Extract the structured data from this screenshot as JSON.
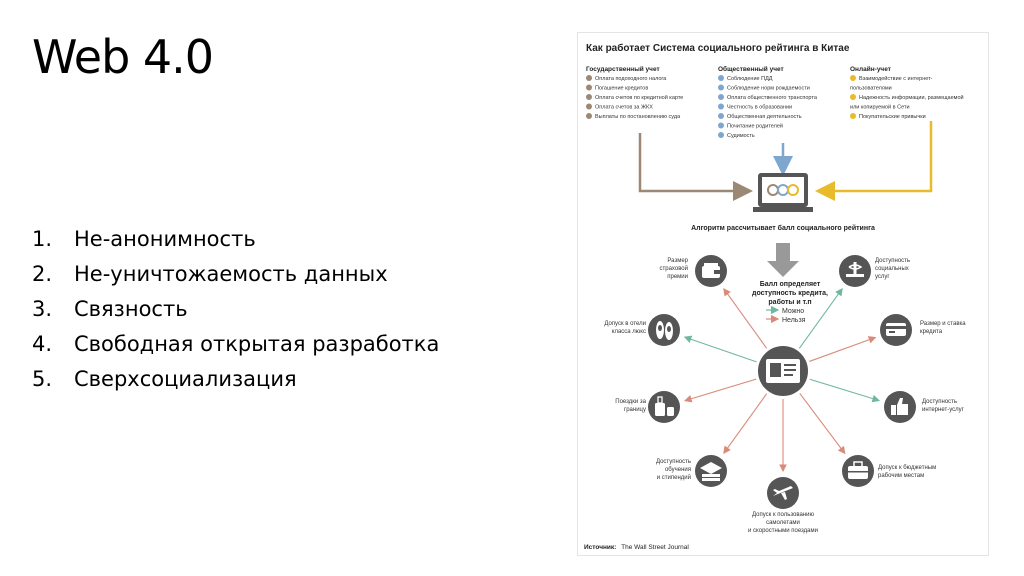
{
  "slide": {
    "title": "Web 4.0",
    "list": [
      {
        "num": "1.",
        "text": "Не-анонимность"
      },
      {
        "num": "2.",
        "text": "Не-уничтожаемость данных"
      },
      {
        "num": "3.",
        "text": "Связность"
      },
      {
        "num": "4.",
        "text": "Свободная открытая разработка"
      },
      {
        "num": "5.",
        "text": "Сверхсоциализация"
      }
    ]
  },
  "infographic": {
    "title": "Как работает Система социального рейтинга в Китае",
    "columns": [
      {
        "header": "Государственный учет",
        "color": "#9b8875",
        "items": [
          "Оплата подоходного налога",
          "Погашение кредитов",
          "Оплата счетов по кредитной карте",
          "Оплата счетов за ЖКХ",
          "Выплаты по постановлению суда"
        ]
      },
      {
        "header": "Общественный учет",
        "color": "#7ea6cf",
        "items": [
          "Соблюдение ПДД",
          "Соблюдение норм рождаемости",
          "Оплата общественного транспорта",
          "Честность в образовании",
          "Общественная деятельность",
          "Почитание родителей",
          "Судимость"
        ]
      },
      {
        "header": "Онлайн-учет",
        "color": "#e8bb2a",
        "items": [
          "Взаимодействие с интернет-",
          "пользователями",
          "Надежность информации, размещаемой",
          "или копируемой в Сети",
          "Покупательские привычки"
        ]
      }
    ],
    "algorithm_label": "Алгоритм рассчитывает балл социального рейтинга",
    "center_text": [
      "Балл определяет",
      "доступность кредита,",
      "работы и т.п"
    ],
    "legend": {
      "can": "Можно",
      "cannot": "Нельзя",
      "can_color": "#6fb8a0",
      "cannot_color": "#d98a78"
    },
    "outcomes": [
      {
        "id": "insurance",
        "lines": [
          "Размер",
          "страховой",
          "премии"
        ],
        "icon": "wallet-icon",
        "status": "cannot"
      },
      {
        "id": "social",
        "lines": [
          "Доступность",
          "социальных",
          "услуг"
        ],
        "icon": "medical-icon",
        "status": "can"
      },
      {
        "id": "credit",
        "lines": [
          "Размер и ставка",
          "кредита"
        ],
        "icon": "card-icon",
        "status": "cannot"
      },
      {
        "id": "internet",
        "lines": [
          "Доступность",
          "интернет-услуг"
        ],
        "icon": "thumbs-up-icon",
        "status": "can"
      },
      {
        "id": "jobs",
        "lines": [
          "Допуск к бюджетным",
          "рабочим местам"
        ],
        "icon": "briefcase-icon",
        "status": "cannot"
      },
      {
        "id": "transport",
        "lines": [
          "Допуск к пользованию",
          "самолетами",
          "и скоростными поездами"
        ],
        "icon": "plane-icon",
        "status": "cannot"
      },
      {
        "id": "education",
        "lines": [
          "Доступность",
          "обучения",
          "и стипендий"
        ],
        "icon": "graduation-icon",
        "status": "cannot"
      },
      {
        "id": "travel",
        "lines": [
          "Поездки за",
          "границу"
        ],
        "icon": "luggage-icon",
        "status": "cannot"
      },
      {
        "id": "hotel",
        "lines": [
          "Допуск в отели",
          "класса люкс"
        ],
        "icon": "slippers-icon",
        "status": "can"
      }
    ],
    "source_label": "Источник:",
    "source_text": "The Wall Street Journal"
  }
}
